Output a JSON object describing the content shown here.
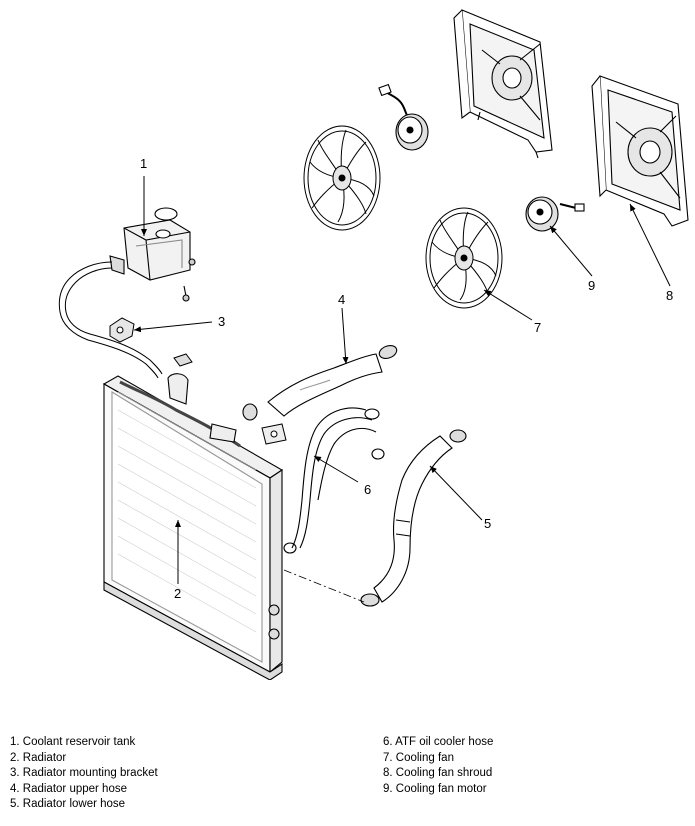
{
  "callouts": [
    "1",
    "2",
    "3",
    "4",
    "5",
    "6",
    "7",
    "8",
    "9"
  ],
  "legend": {
    "left": [
      "1. Coolant reservoir tank",
      "2. Radiator",
      "3. Radiator mounting bracket",
      "4. Radiator upper hose",
      "5. Radiator lower hose"
    ],
    "right": [
      "6. ATF oil cooler hose",
      "7. Cooling fan",
      "8. Cooling fan shroud",
      "9. Cooling fan motor"
    ]
  },
  "colors": {
    "line": "#000000",
    "part_fill": "#ffffff",
    "shade": "#d0d0d0"
  }
}
